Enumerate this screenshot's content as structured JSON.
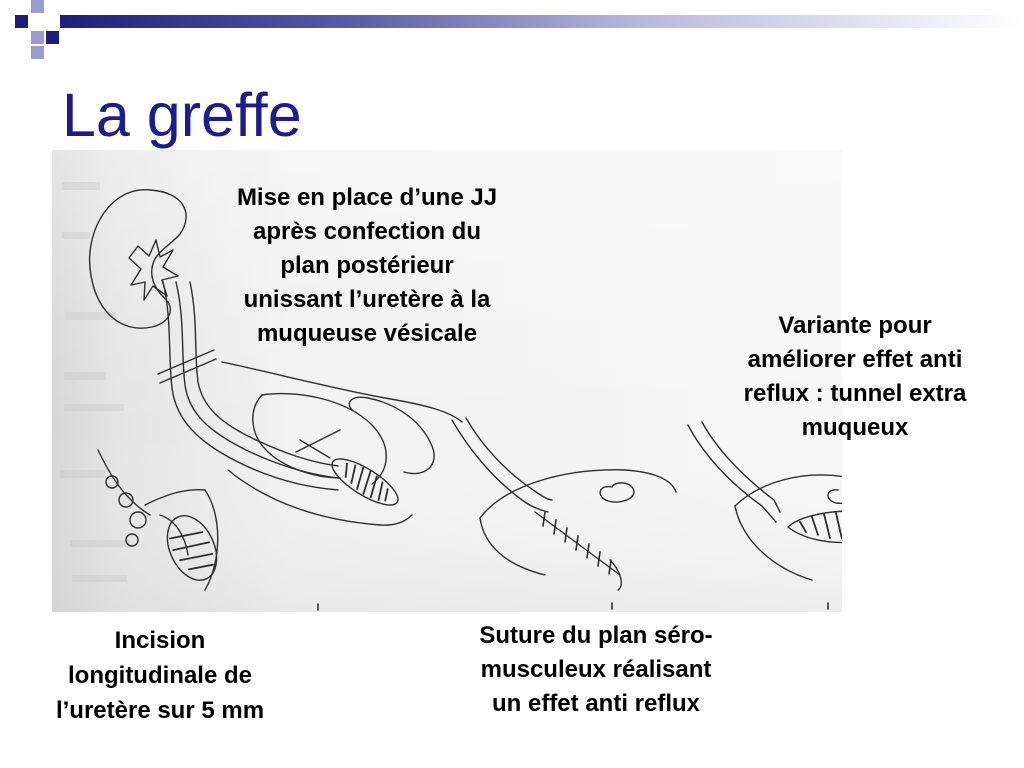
{
  "slide": {
    "title": "La greffe"
  },
  "captions": {
    "jj_stent": [
      "Mise en place d’une JJ",
      "après confection du",
      "plan postérieur",
      "unissant l’uretère à la",
      "muqueuse vésicale"
    ],
    "variant": [
      "Variante pour",
      "améliorer effet anti",
      "reflux : tunnel extra",
      "muqueux"
    ],
    "incision": [
      "Incision",
      "longitudinale de",
      "l’uretère sur 5 mm"
    ],
    "suture": [
      "Suture du plan séro-",
      "musculeux réalisant",
      "un effet anti reflux"
    ]
  },
  "theme": {
    "title_color": "#1c1c8c",
    "accent_dark": "#1e1e78",
    "accent_light": "#9c9ccc",
    "caption_color": "#000000"
  }
}
